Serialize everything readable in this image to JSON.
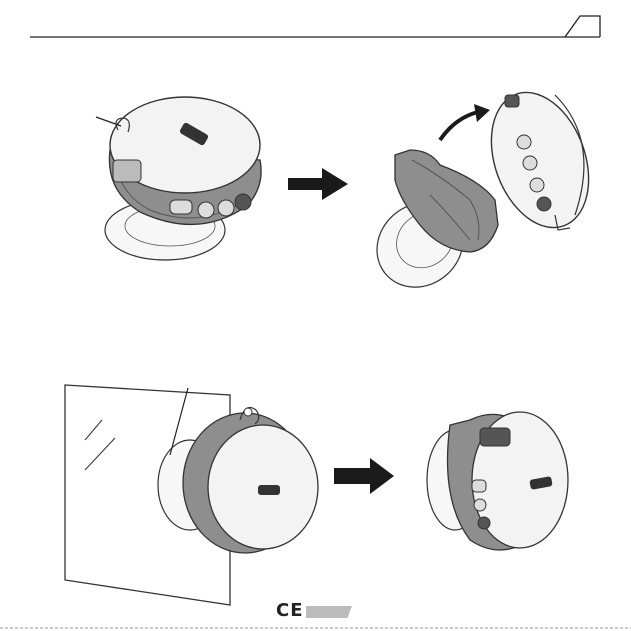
{
  "page": {
    "logo_text": "",
    "footer": {
      "mark": "CE"
    }
  },
  "colors": {
    "line": "#333333",
    "body_light": "#f2f2f2",
    "body_mid": "#9a9a9a",
    "body_dark": "#6e6e6e",
    "arrow": "#1a1a1a"
  },
  "illustrations": [
    "speaker-with-suction-mount",
    "speaker-detached-from-holder",
    "speaker-mounted-on-glass",
    "speaker-rotated-on-mount"
  ]
}
